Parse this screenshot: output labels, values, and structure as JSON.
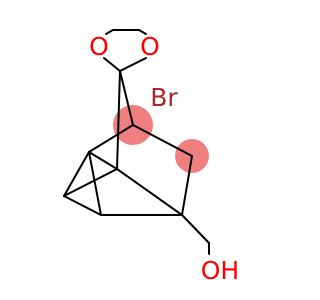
{
  "molecule": {
    "atoms": {
      "oxygen_left": {
        "label": "O",
        "color": "#ff0000"
      },
      "oxygen_right": {
        "label": "O",
        "color": "#ff0000"
      },
      "bromine": {
        "label": "Br",
        "color": "#a52a2a"
      },
      "hydroxyl": {
        "label": "OH",
        "color": "#ff0000"
      }
    },
    "highlight_color": "#f08080",
    "bond_color": "#000000"
  }
}
